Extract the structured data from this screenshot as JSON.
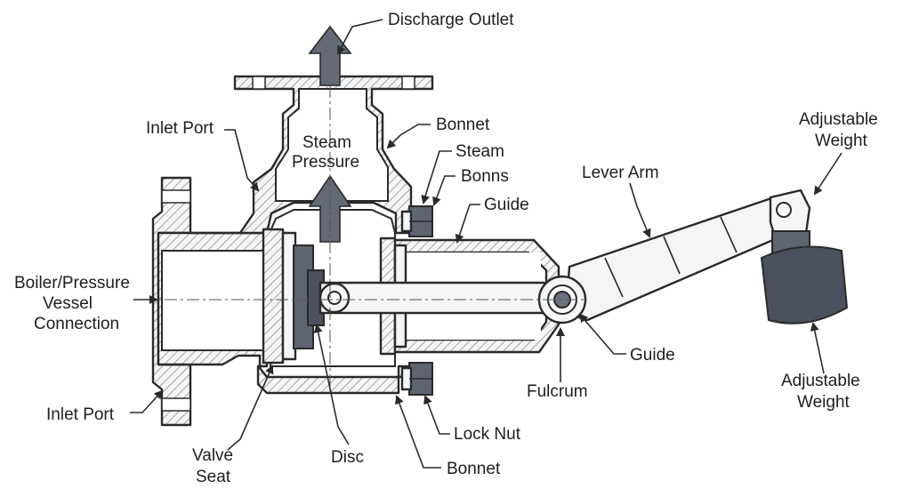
{
  "labels": {
    "discharge_outlet": "Discharge Outlet",
    "inlet_port_top": "Inlet Port",
    "steam_pressure_1": "Steam",
    "steam_pressure_2": "Pressure",
    "bonnet_top": "Bonnet",
    "steam": "Steam",
    "bonns": "Bonns",
    "guide_top": "Guide",
    "lever_arm": "Lever Arm",
    "adjustable_weight_top_1": "Adjustable",
    "adjustable_weight_top_2": "Weight",
    "boiler_1": "Boiler/Pressure",
    "boiler_2": "Vessel",
    "boiler_3": "Connection",
    "inlet_port_bottom": "Inlet Port",
    "valve_seat_1": "Valve",
    "valve_seat_2": "Seat",
    "disc": "Disc",
    "bonnet_bottom": "Bonnet",
    "lock_nut": "Lock Nut",
    "fulcrum": "Fulcrum",
    "guide_bottom": "Guide",
    "adjustable_weight_bottom_1": "Adjustable",
    "adjustable_weight_bottom_2": "Weight"
  },
  "colors": {
    "outline": "#2a2a2a",
    "body": "#f4f5f7",
    "hatch": "#7a7a7a",
    "dark_part": "#5e6470",
    "arrow": "#646a76"
  }
}
